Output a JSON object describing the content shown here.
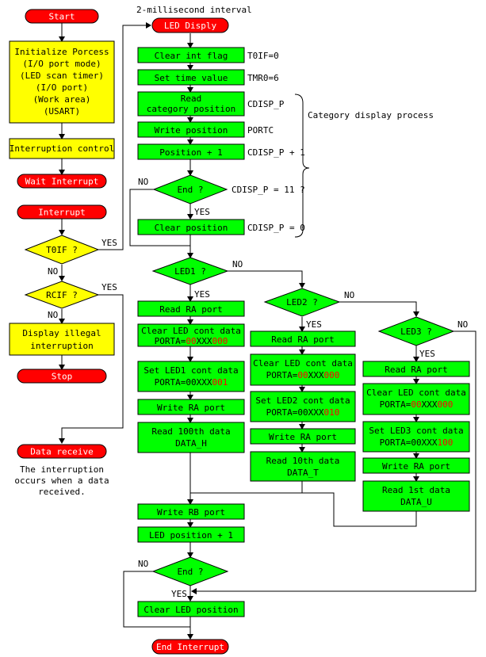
{
  "main": {
    "start": "Start",
    "init_lines": [
      "Initialize Porcess",
      "(I/O port mode)",
      "(LED scan timer)",
      "(I/O port)",
      "(Work area)",
      "(USART)"
    ],
    "interrupt_control": "Interruption control",
    "wait_interrupt": "Wait Interrupt",
    "interrupt": "Interrupt",
    "toif_check": "T0IF ?",
    "rcif_check": "RCIF ?",
    "illegal_lines": [
      "Display illegal",
      "interruption"
    ],
    "stop": "Stop",
    "data_receive": "Data receive",
    "note_lines": [
      "The interruption",
      "occurs when a data",
      "received."
    ],
    "yes": "YES",
    "no": "NO"
  },
  "led": {
    "interval": "2-millisecond interval",
    "title": "LED Disply",
    "clear_int": "Clear int flag",
    "clear_int_note": "T0IF=0",
    "set_time": "Set time value",
    "set_time_note": "TMR0=6",
    "read_cat_lines": [
      "Read",
      "category position"
    ],
    "read_cat_note": "CDISP_P",
    "write_pos": "Write position",
    "write_pos_note": "PORTC",
    "pos_plus": "Position + 1",
    "pos_plus_note": "CDISP_P + 1",
    "end_check": "End ?",
    "end_check_note": "CDISP_P = 11 ?",
    "clear_pos": "Clear position",
    "clear_pos_note": "CDISP_P = 0",
    "category_note": "Category display process",
    "led1": "LED1 ?",
    "led2": "LED2 ?",
    "led3": "LED3 ?",
    "read_ra": "Read RA port",
    "clear_cont": "Clear LED cont data",
    "porta_prefix": "PORTA=",
    "porta_mid": "XXX",
    "set_led1": "Set LED1 cont data",
    "set_led2": "Set LED2 cont data",
    "set_led3": "Set LED3 cont data",
    "write_ra": "Write RA port",
    "read_100": [
      "Read 100th data",
      "DATA_H"
    ],
    "read_10": [
      "Read 10th data",
      "DATA_T"
    ],
    "read_1": [
      "Read 1st data",
      "DATA_U"
    ],
    "write_rb": "Write RB port",
    "led_pos_plus": "LED position + 1",
    "end2": "End ?",
    "clear_led_pos": "Clear LED position",
    "end_interrupt": "End Interrupt"
  },
  "colors": {
    "process_green": "#00ff00",
    "process_yellow": "#ffff00",
    "terminal_red": "#ff0000",
    "highlight_red": "#ff0000"
  }
}
